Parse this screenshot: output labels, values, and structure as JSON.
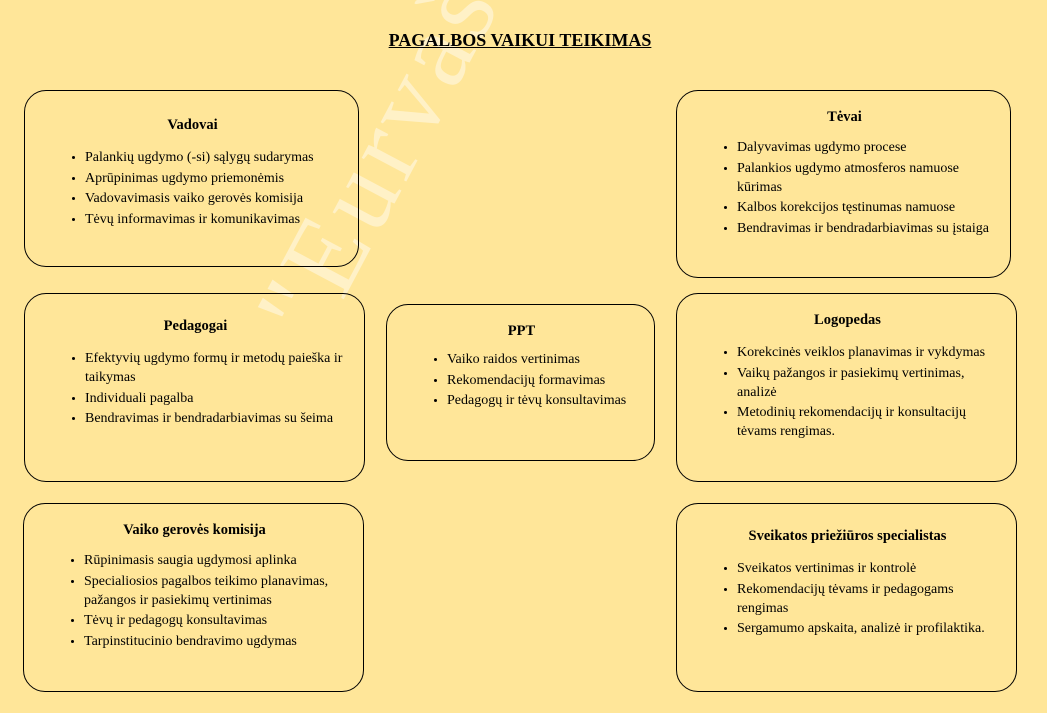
{
  "title": "PAGALBOS VAIKUI TEIKIMAS",
  "watermark": "\"Eurvašelis\"",
  "boxes": {
    "vadovai": {
      "title": "Vadovai",
      "items": [
        "Palankių ugdymo (-si) sąlygų sudarymas",
        "Aprūpinimas ugdymo priemonėmis",
        "Vadovavimasis vaiko gerovės komisija",
        "Tėvų informavimas ir komunikavimas"
      ]
    },
    "pedagogai": {
      "title": "Pedagogai",
      "items": [
        "Efektyvių ugdymo formų ir metodų paieška ir taikymas",
        "Individuali pagalba",
        "Bendravimas ir bendradarbiavimas su šeima"
      ]
    },
    "vgk": {
      "title": "Vaiko gerovės komisija",
      "items": [
        "Rūpinimasis saugia ugdymosi aplinka",
        "Specialiosios pagalbos teikimo planavimas, pažangos ir pasiekimų vertinimas",
        "Tėvų ir pedagogų konsultavimas",
        "Tarpinstitucinio bendravimo ugdymas"
      ]
    },
    "ppt": {
      "title": "PPT",
      "items": [
        "Vaiko raidos vertinimas",
        "Rekomendacijų formavimas",
        "Pedagogų ir tėvų konsultavimas"
      ]
    },
    "tevai": {
      "title": "Tėvai",
      "items": [
        "Dalyvavimas ugdymo procese",
        "Palankios ugdymo atmosferos namuose kūrimas",
        "Kalbos korekcijos tęstinumas namuose",
        "Bendravimas ir bendradarbiavimas su įstaiga"
      ]
    },
    "logopedas": {
      "title": "Logopedas",
      "items": [
        "Korekcinės veiklos planavimas ir vykdymas",
        "Vaikų pažangos ir pasiekimų vertinimas, analizė",
        "Metodinių rekomendacijų ir konsultacijų tėvams rengimas."
      ]
    },
    "sveikatos": {
      "title": "Sveikatos priežiūros specialistas",
      "items": [
        "Sveikatos vertinimas ir kontrolė",
        "Rekomendacijų tėvams ir pedagogams rengimas",
        "Sergamumo apskaita, analizė ir profilaktika."
      ]
    }
  }
}
